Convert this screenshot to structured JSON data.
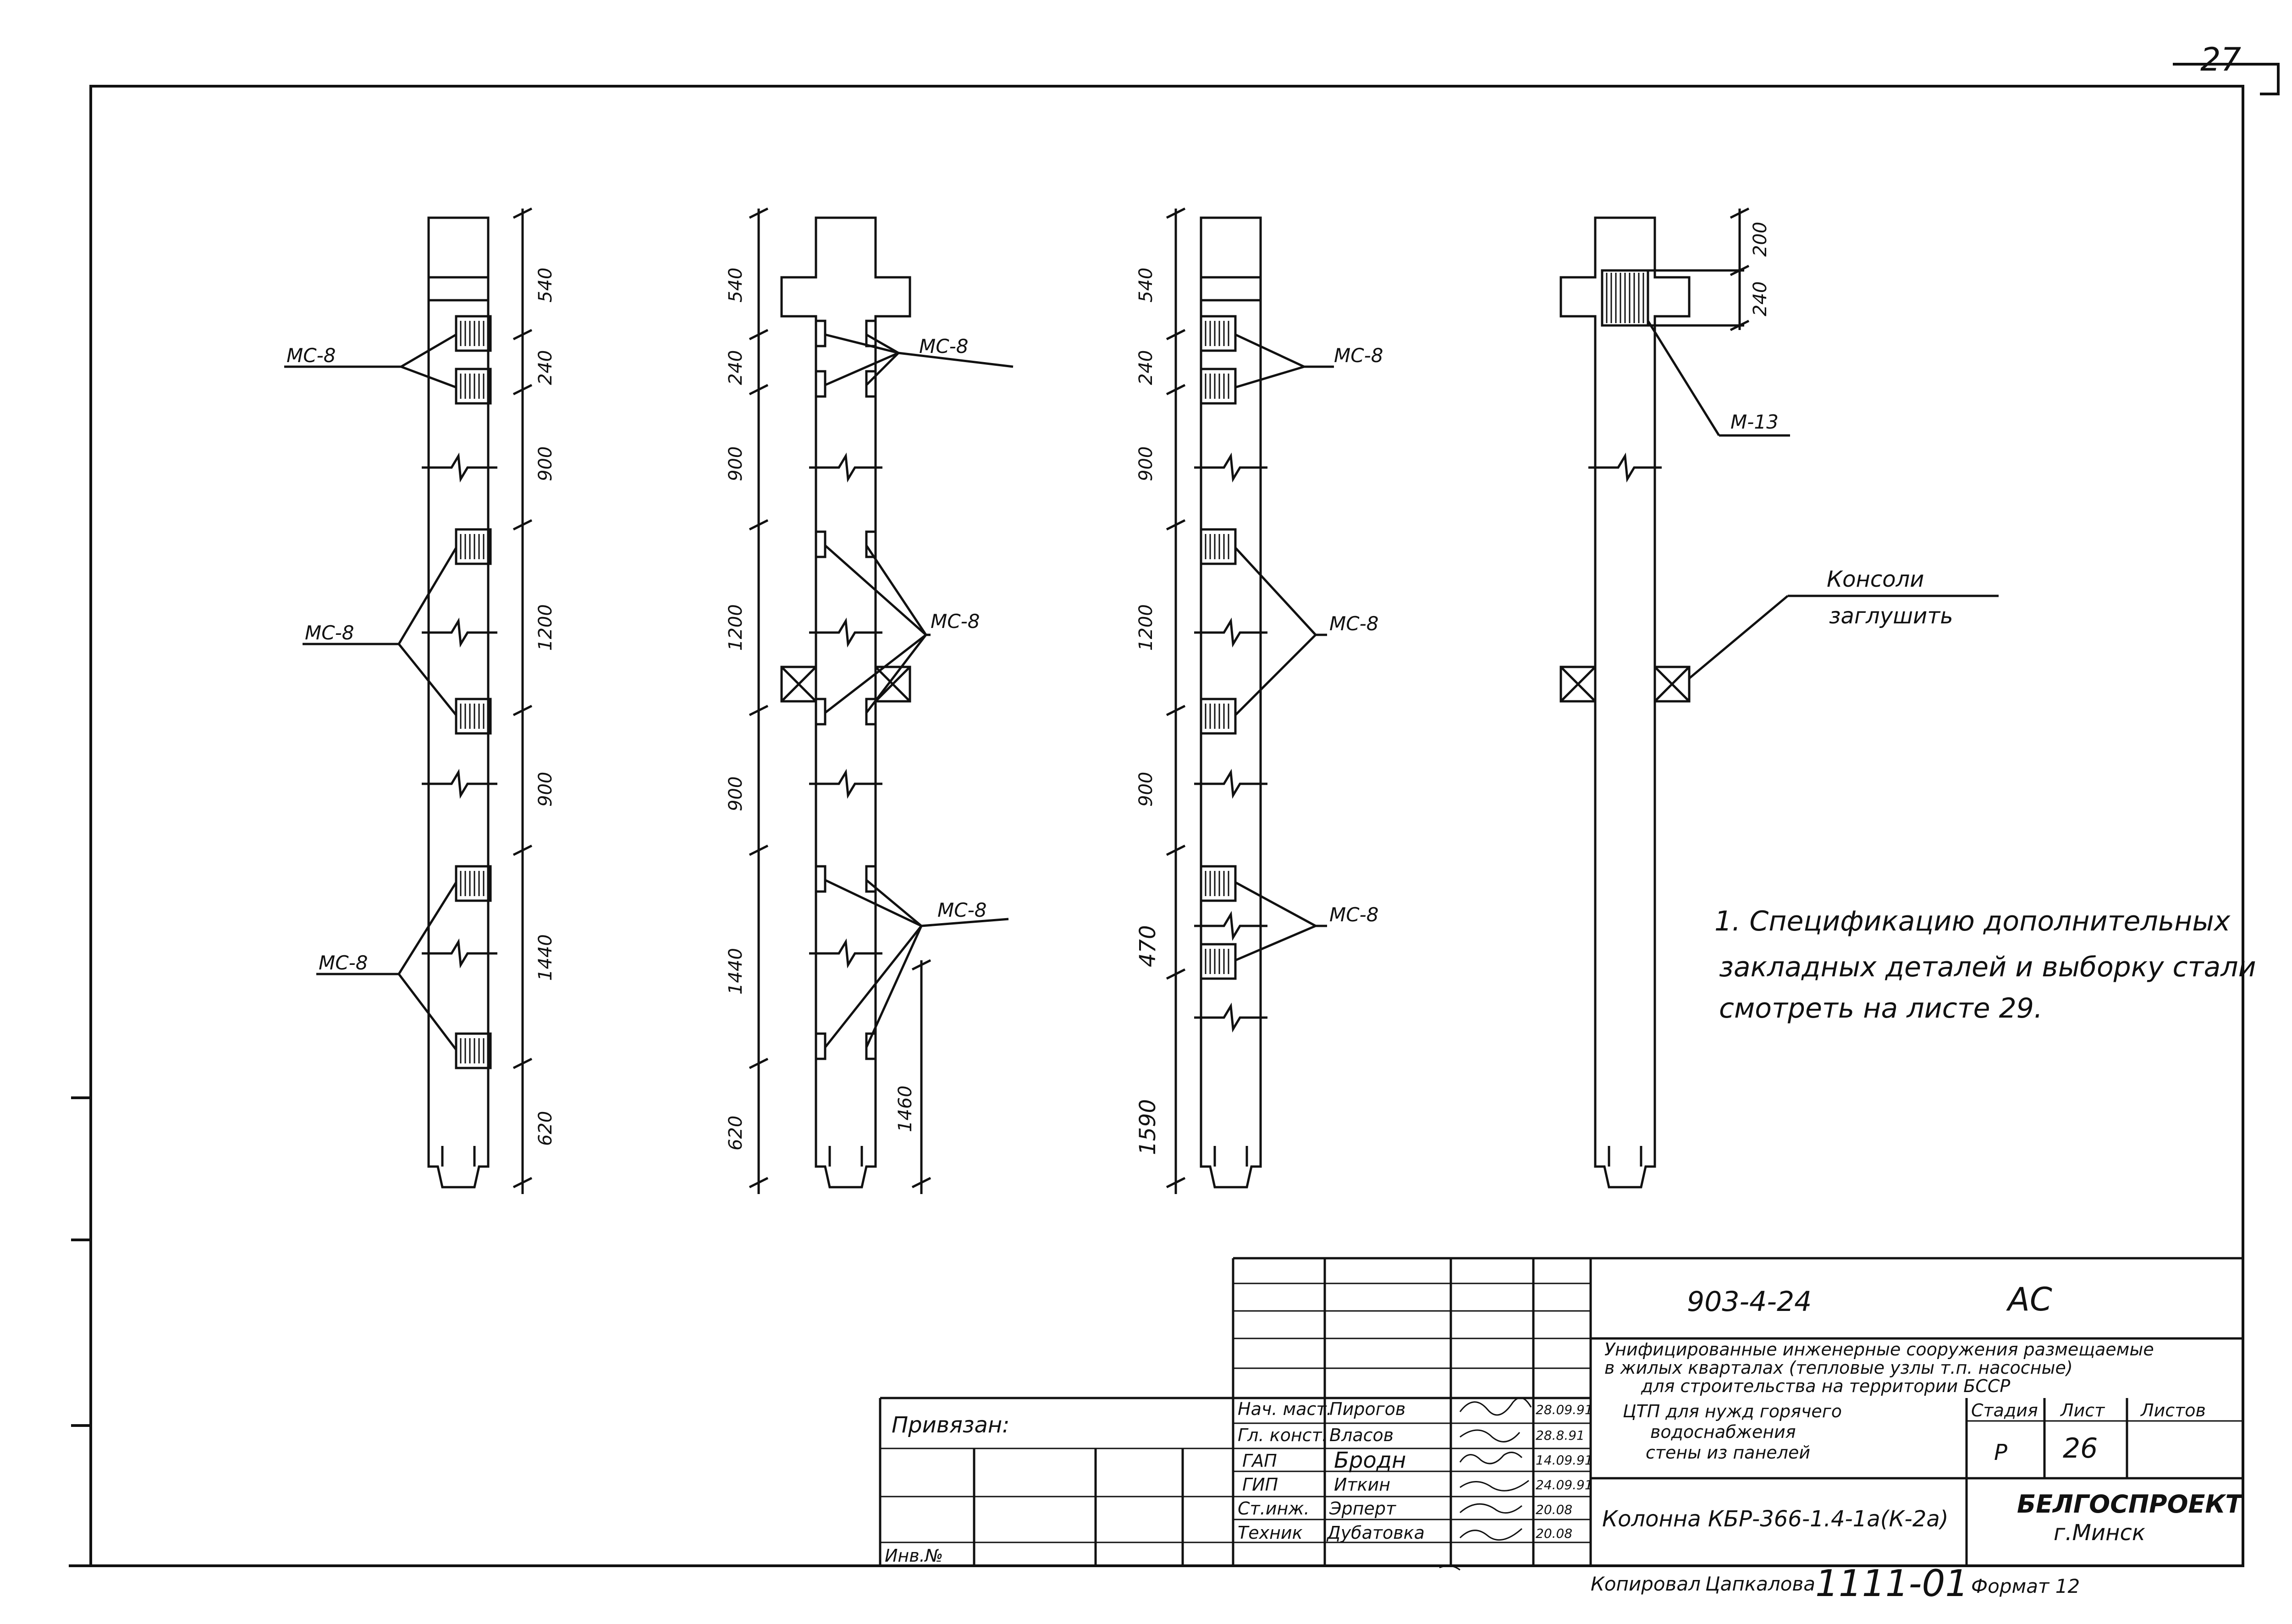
{
  "page_number": "27",
  "column_dimensions": {
    "col1": [
      "540",
      "240",
      "900",
      "1200",
      "900",
      "1440",
      "620"
    ],
    "col2": [
      "540",
      "240",
      "900",
      "1200",
      "900",
      "1440",
      "620"
    ],
    "col2_extra": "1460",
    "col3": [
      "540",
      "240",
      "900",
      "1200",
      "900",
      "470",
      "1590"
    ],
    "col4": [
      "200",
      "240"
    ]
  },
  "callouts": {
    "mc8": "МС-8",
    "m13": "М-13",
    "consoles_line1": "Консоли",
    "consoles_line2": "заглушить"
  },
  "note": {
    "line1": "1. Спецификацию дополнительных",
    "line2": "закладных деталей и выборку стали",
    "line3": "смотреть на листе 29."
  },
  "title_block": {
    "doc_code": "903-4-24",
    "section": "АС",
    "project_title": [
      "Унифицированные инженерные сооружения размещаемые",
      "в жилых кварталах (тепловые узлы т.п. насосные)",
      "для строительства на территории БССР"
    ],
    "object_title": [
      "ЦТП для нужд горячего",
      "водоснабжения",
      "стены из панелей"
    ],
    "drawing_title": "Колонна КБР-366-1.4-1а(К-2а)",
    "stage_label": "Стадия",
    "sheet_label": "Лист",
    "sheets_label": "Листов",
    "stage": "Р",
    "sheet": "26",
    "organization": "БЕЛГОСПРОЕКТ",
    "city": "г.Минск",
    "privyazan": "Привязан:",
    "inv": "Инв.№",
    "signatures": [
      {
        "role": "Нач. маст.",
        "name": "Пирогов",
        "date": "28.09.91"
      },
      {
        "role": "Гл. конст.",
        "name": "Власов",
        "date": "28.8.91"
      },
      {
        "role": "ГАП",
        "name": "Бродн",
        "date": "14.09.91"
      },
      {
        "role": "ГИП",
        "name": "Иткин",
        "date": "24.09.91"
      },
      {
        "role": "Ст.инж.",
        "name": "Эрперт",
        "date": "20.08"
      },
      {
        "role": "Техник",
        "name": "Дубатовка",
        "date": "20.08"
      }
    ],
    "copied": "Копировал",
    "copier": "Цапкалова",
    "order_no": "1111-01",
    "format": "Формат 12"
  }
}
